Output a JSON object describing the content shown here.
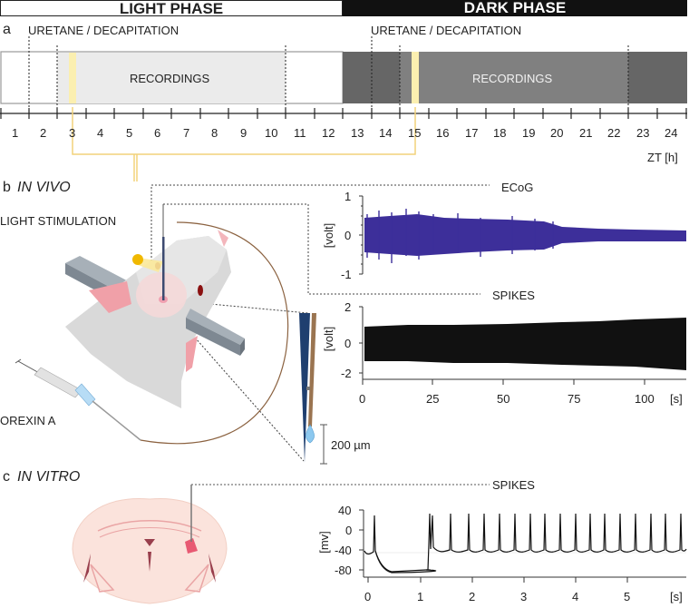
{
  "header": {
    "light_phase": "LIGHT PHASE",
    "dark_phase": "DARK PHASE"
  },
  "panel_a": {
    "letter": "a",
    "uretane_label_light": "URETANE / DECAPITATION",
    "uretane_label_dark": "URETANE / DECAPITATION",
    "recordings_light": "RECORDINGS",
    "recordings_dark": "RECORDINGS",
    "axis_label": "ZT [h]",
    "ticks": [
      "1",
      "2",
      "3",
      "4",
      "5",
      "6",
      "7",
      "8",
      "9",
      "10",
      "11",
      "12",
      "13",
      "14",
      "15",
      "16",
      "17",
      "18",
      "19",
      "20",
      "21",
      "22",
      "23",
      "24"
    ],
    "colors": {
      "light_bg": "#ffffff",
      "light_recording": "#ebebeb",
      "dark_bg": "#666666",
      "dark_recording": "#808080",
      "stimulus": "#fbefb0",
      "connector": "#f2d27a"
    }
  },
  "panel_b": {
    "letter": "b",
    "title": "IN VIVO",
    "light_stimulation": "LIGHT STIMULATION",
    "orexin": "OREXIN A",
    "scale_bar": "200 µm",
    "ecog_label": "ECoG",
    "spikes_label": "SPIKES"
  },
  "panel_c": {
    "letter": "c",
    "title": "IN VITRO",
    "spikes_label": "SPIKES"
  },
  "chart_data": [
    {
      "type": "line",
      "title": "ECoG",
      "ylabel": "[volt]",
      "xlabel": "[s]",
      "ylim": [
        -1,
        1
      ],
      "yticks": [
        "1",
        "0",
        "-1"
      ],
      "xlim": [
        0,
        115
      ],
      "color": "#3b2f96",
      "description": "Oscillating ECoG trace, amplitude ~±0.5 V in first half decaying to ~±0.1 V by 115 s",
      "envelope": {
        "x": [
          0,
          25,
          50,
          75,
          100,
          115
        ],
        "amplitude": [
          0.5,
          0.5,
          0.45,
          0.25,
          0.12,
          0.1
        ]
      }
    },
    {
      "type": "line",
      "title": "SPIKES (in vivo)",
      "ylabel": "[volt]",
      "xlabel": "[s]",
      "ylim": [
        -2,
        2
      ],
      "yticks": [
        "2",
        "0",
        "-2"
      ],
      "xticks": [
        "0",
        "25",
        "50",
        "75",
        "100"
      ],
      "xlim": [
        0,
        115
      ],
      "color": "#111111",
      "description": "Dense multi-unit spiking, amplitude ~±1 V increasing slightly to ~±1.5 V",
      "envelope": {
        "x": [
          0,
          25,
          50,
          75,
          100,
          115
        ],
        "amplitude": [
          1.0,
          1.1,
          1.1,
          1.3,
          1.4,
          1.5
        ]
      }
    },
    {
      "type": "line",
      "title": "SPIKES (in vitro)",
      "ylabel": "[mv]",
      "xlabel": "[s]",
      "ylim": [
        -90,
        40
      ],
      "yticks": [
        "40",
        "0",
        "-40",
        "-80"
      ],
      "xticks": [
        "0",
        "1",
        "2",
        "3",
        "4",
        "5"
      ],
      "xlim": [
        -0.1,
        6.1
      ],
      "color": "#111111",
      "description": "Action potentials from ~-50 mV baseline; hyperpolarisation to ~-85 mV from 0.1 to 1.2 s, then regular firing ~5 Hz",
      "spike_times": [
        0.12,
        1.2,
        1.25,
        1.5,
        1.7,
        1.87,
        2.05,
        2.25,
        2.45,
        2.63,
        2.82,
        3.02,
        3.2,
        3.4,
        3.6,
        3.8,
        4.0,
        4.2,
        4.4,
        4.6,
        4.8,
        5.0,
        5.2,
        5.42,
        5.62,
        5.82,
        6.0
      ],
      "spike_peak_mv": 30,
      "baseline_mv": -50,
      "hyperpolarized_mv": -85
    }
  ]
}
